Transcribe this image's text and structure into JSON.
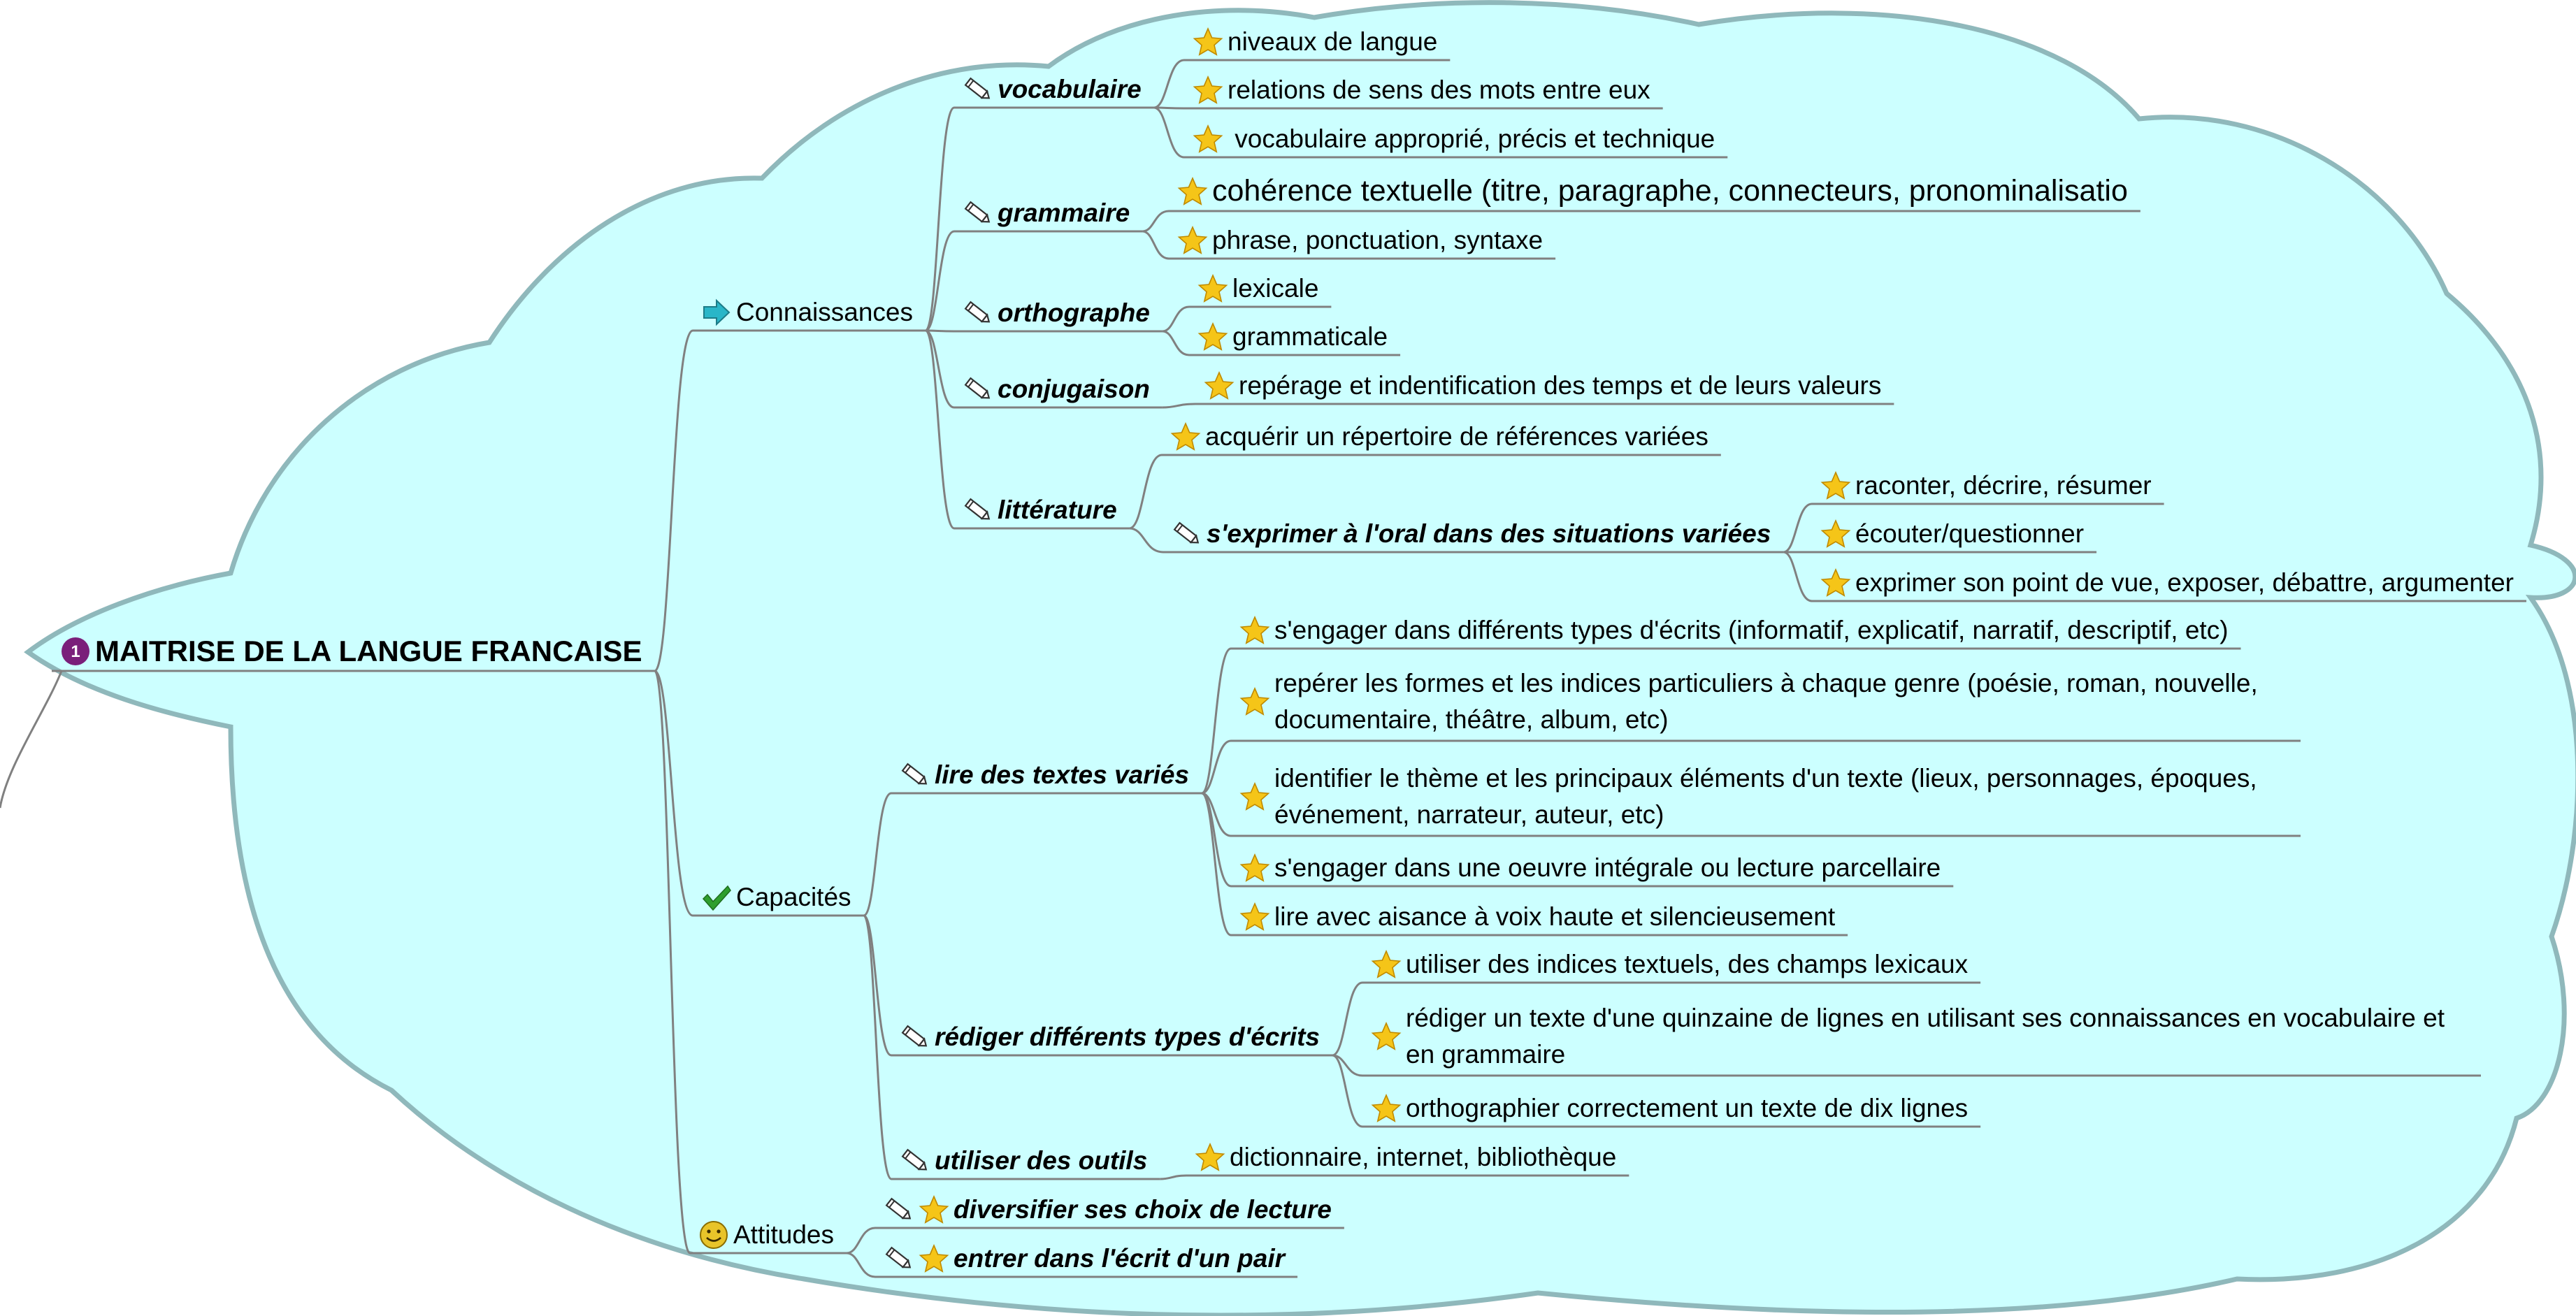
{
  "root": {
    "label": "MAITRISE DE LA LANGUE FRANCAISE",
    "badge": "1"
  },
  "colors": {
    "cloud_fill": "#ccffff",
    "cloud_stroke": "#8fb8bb",
    "line": "#808080",
    "badge": "#7a1f7a",
    "star": "#f5c518",
    "check": "#2e9e2e",
    "arrow": "#29b6c8"
  },
  "branches": {
    "connaissances": {
      "label": "Connaissances",
      "vocabulaire": {
        "label": "vocabulaire",
        "items": [
          "niveaux de langue",
          "relations de sens des mots entre eux",
          " vocabulaire approprié, précis et technique"
        ]
      },
      "grammaire": {
        "label": "grammaire",
        "items": [
          "cohérence textuelle (titre, paragraphe, connecteurs, pronominalisatio",
          "phrase, ponctuation, syntaxe"
        ]
      },
      "orthographe": {
        "label": "orthographe",
        "items": [
          "lexicale",
          "grammaticale"
        ]
      },
      "conjugaison": {
        "label": "conjugaison",
        "items": [
          "repérage et indentification des temps et de leurs valeurs"
        ]
      },
      "litterature": {
        "label": "littérature",
        "item": "acquérir un répertoire de références variées",
        "oral": {
          "label": "s'exprimer à l'oral dans des situations variées",
          "items": [
            "raconter, décrire, résumer",
            "écouter/questionner",
            "exprimer son point de vue, exposer, débattre, argumenter"
          ]
        }
      }
    },
    "capacites": {
      "label": "Capacités",
      "lire": {
        "label": "lire des textes variés",
        "items": [
          "s'engager dans différents types d'écrits (informatif, explicatif, narratif, descriptif, etc)",
          "repérer les formes et les indices particuliers à chaque genre (poésie, roman, nouvelle, documentaire, théâtre, album, etc)",
          "identifier le thème et les principaux éléments d'un texte (lieux, personnages, époques, événement, narrateur, auteur, etc)",
          "s'engager dans une oeuvre intégrale ou lecture parcellaire",
          "lire avec aisance à voix haute et silencieusement"
        ]
      },
      "rediger": {
        "label": "rédiger différents types d'écrits",
        "items": [
          "utiliser des indices textuels, des champs lexicaux",
          "rédiger un texte d'une quinzaine de lignes en utilisant ses connaissances en vocabulaire et en grammaire",
          "orthographier correctement un texte de dix lignes"
        ]
      },
      "outils": {
        "label": "utiliser des outils",
        "items": [
          "dictionnaire, internet, bibliothèque"
        ]
      }
    },
    "attitudes": {
      "label": "Attitudes",
      "items": [
        "diversifier ses choix de lecture",
        "entrer dans l'écrit d'un pair"
      ]
    }
  }
}
